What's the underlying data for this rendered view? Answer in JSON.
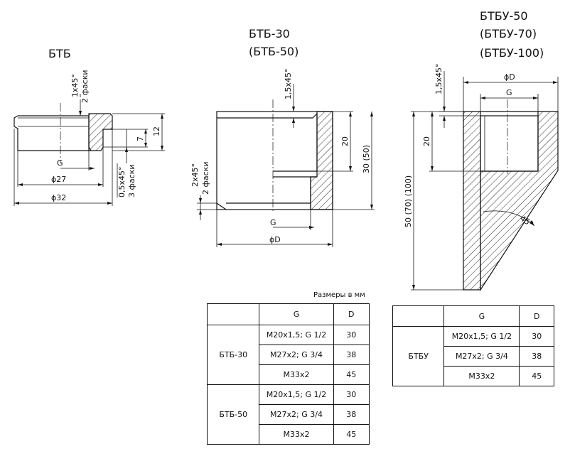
{
  "labels": {
    "btb": "БТБ",
    "btb30_line1": "БТБ-30",
    "btb30_line2": "(БТБ-50)",
    "btbu_line1": "БТБУ-50",
    "btbu_line2": "(БТБУ-70)",
    "btbu_line3": "(БТБУ-100)"
  },
  "dims": {
    "chamfer_1x45": "1x45°",
    "two_chamfers": "2 фаски",
    "chamfer_05x45": "0,5x45°",
    "three_chamfers": "3 фаски",
    "g": "G",
    "d27": "ϕ27",
    "d32": "ϕ32",
    "h12": "12",
    "h7": "7",
    "chamfer_15x45": "1,5x45°",
    "h20": "20",
    "h30_50": "30 (50)",
    "chamfer_2x45": "2x45°",
    "phiD": "ϕD",
    "h50": "50 (70) (100)",
    "angle45": "45°"
  },
  "units_note": "Размеры в мм",
  "table1": {
    "headers": [
      "",
      "G",
      "D"
    ],
    "groups": [
      {
        "name": "БТБ-30",
        "rows": [
          [
            "M20x1,5; G 1/2",
            "30"
          ],
          [
            "M27x2; G 3/4",
            "38"
          ],
          [
            "M33x2",
            "45"
          ]
        ]
      },
      {
        "name": "БТБ-50",
        "rows": [
          [
            "M20x1,5; G 1/2",
            "30"
          ],
          [
            "M27x2; G 3/4",
            "38"
          ],
          [
            "M33x2",
            "45"
          ]
        ]
      }
    ]
  },
  "table2": {
    "headers": [
      "",
      "G",
      "D"
    ],
    "groups": [
      {
        "name": "БТБУ",
        "rows": [
          [
            "M20x1,5; G 1/2",
            "30"
          ],
          [
            "M27x2; G 3/4",
            "38"
          ],
          [
            "M33x2",
            "45"
          ]
        ]
      }
    ]
  }
}
